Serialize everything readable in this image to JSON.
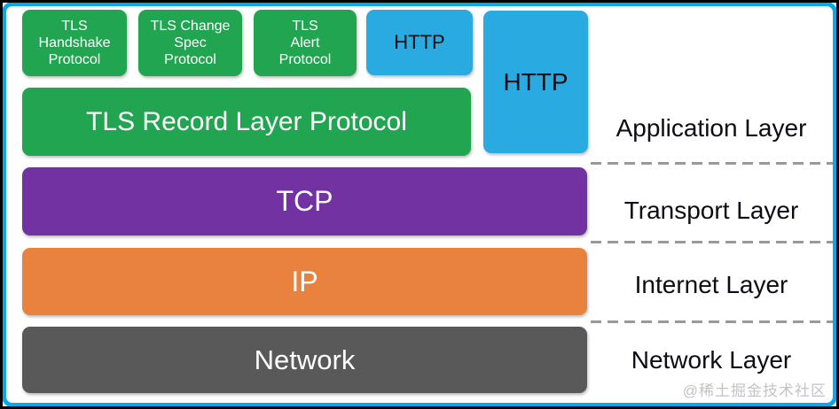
{
  "protocol_boxes": {
    "tls_handshake": "TLS\nHandshake\nProtocol",
    "tls_change_spec": "TLS Change\nSpec\nProtocol",
    "tls_alert": "TLS\nAlert\nProtocol",
    "http_small": "HTTP",
    "http_tall": "HTTP",
    "tls_record_layer": "TLS Record Layer Protocol",
    "tcp": "TCP",
    "ip": "IP",
    "network": "Network"
  },
  "layer_labels": {
    "application": "Application Layer",
    "transport": "Transport Layer",
    "internet": "Internet Layer",
    "network": "Network Layer"
  },
  "watermark": "@稀土掘金技术社区",
  "colors": {
    "tls_green": "#21a551",
    "http_blue": "#29abe2",
    "tcp_purple": "#7232a2",
    "ip_orange": "#e8823e",
    "network_gray": "#595959",
    "frame_blue": "#0aa8e8",
    "frame_black": "#000000",
    "divider_gray": "#999999",
    "box_text_white": "#ffffff",
    "label_text_black": "#0c0c12"
  }
}
